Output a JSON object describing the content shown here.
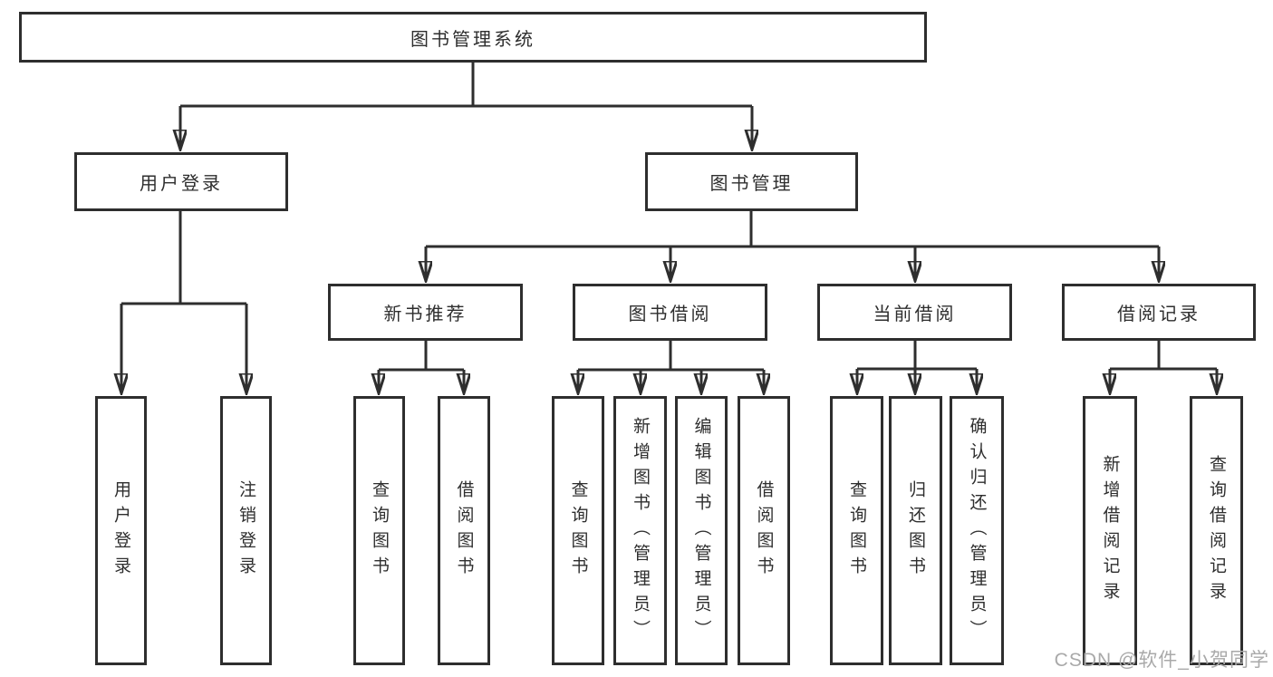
{
  "colors": {
    "line": "#2e2e2e",
    "text": "#2e2e2e",
    "background": "#ffffff",
    "watermark": "#a9a9a9"
  },
  "diagram": {
    "root": "图书管理系统",
    "branches": [
      {
        "label": "用户登录",
        "leaves": [
          "用户登录",
          "注销登录"
        ]
      },
      {
        "label": "图书管理",
        "children": [
          {
            "label": "新书推荐",
            "leaves": [
              "查询图书",
              "借阅图书"
            ]
          },
          {
            "label": "图书借阅",
            "leaves": [
              "查询图书",
              "新增图书（管理员）",
              "编辑图书（管理员）",
              "借阅图书"
            ]
          },
          {
            "label": "当前借阅",
            "leaves": [
              "查询图书",
              "归还图书",
              "确认归还（管理员）"
            ]
          },
          {
            "label": "借阅记录",
            "leaves": [
              "新增借阅记录",
              "查询借阅记录"
            ]
          }
        ]
      }
    ]
  },
  "watermark": "CSDN @软件_小贺同学"
}
